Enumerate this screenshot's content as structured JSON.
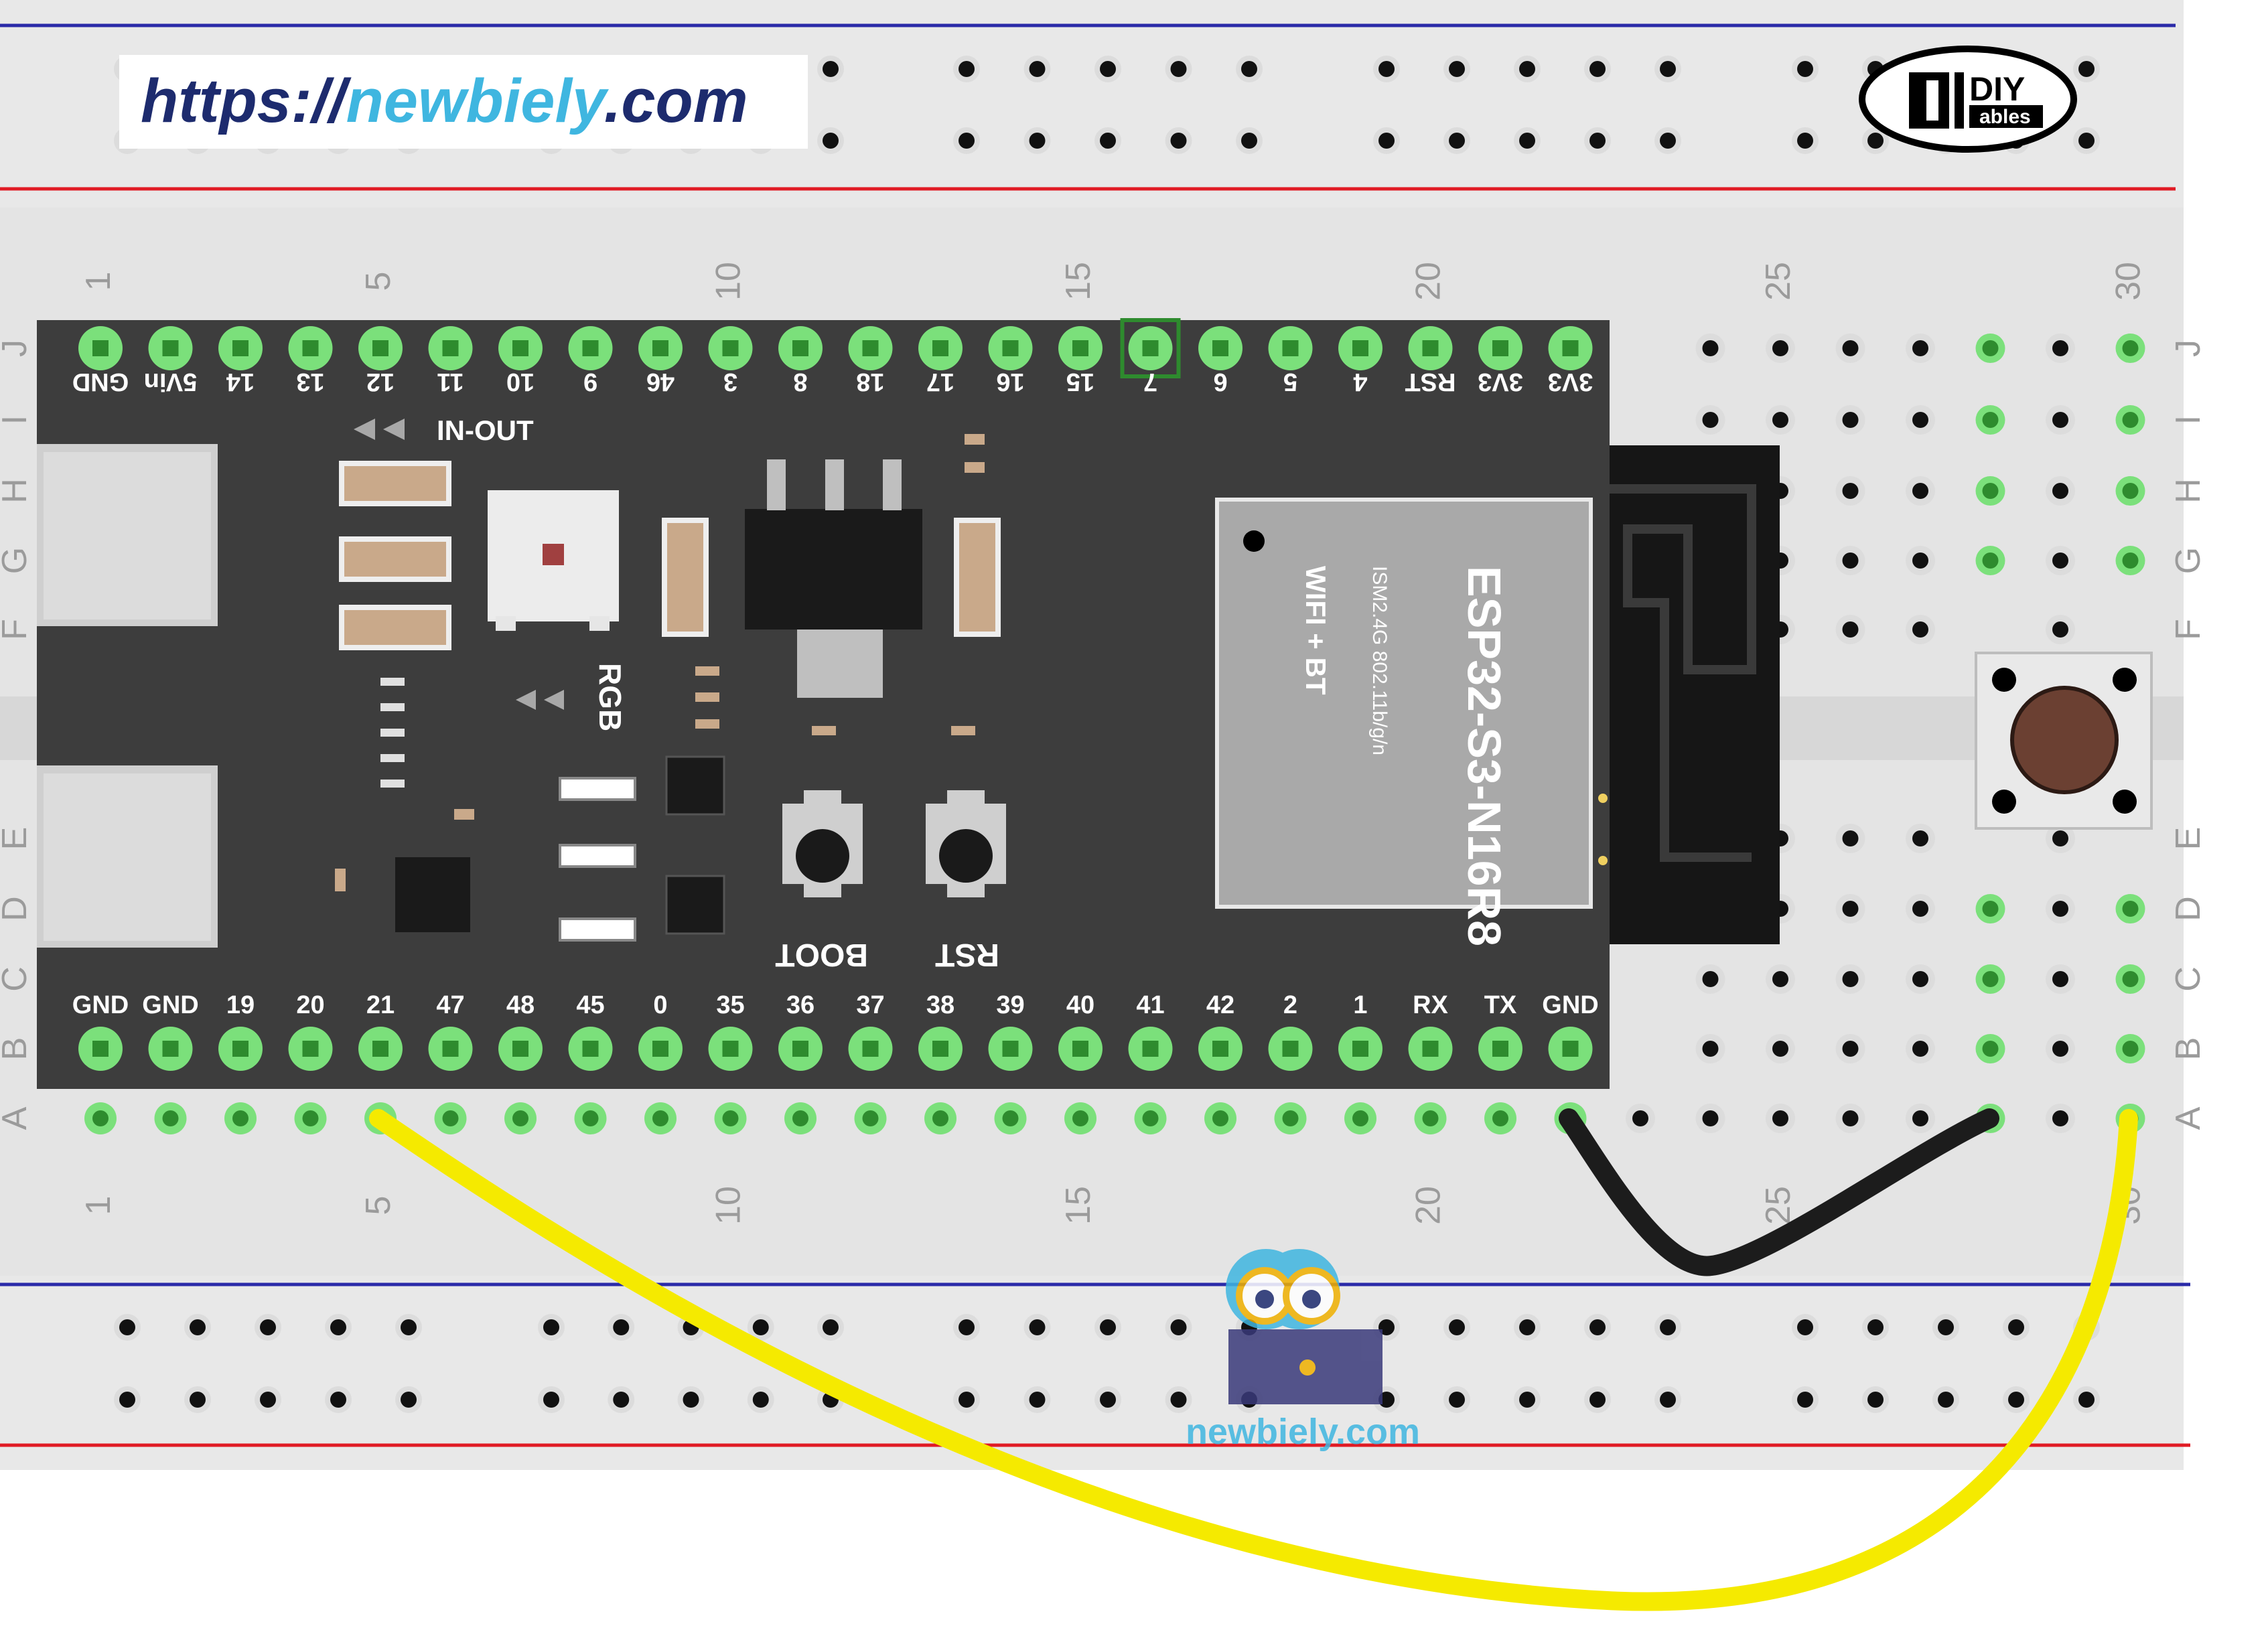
{
  "url_banner": {
    "prefix": "https://",
    "domain": "newbiely",
    "suffix": ".com"
  },
  "logo": {
    "line1": "DIY",
    "line2": "ables"
  },
  "watermark": {
    "text": "newbiely.com"
  },
  "board": {
    "module_name": "ESP32-S3-N16R8",
    "module_spec": "ISM2.4G 802.11b/g/n",
    "module_wireless": "WIFI + BT",
    "top_pins": [
      "GND",
      "5Vin",
      "14",
      "13",
      "12",
      "11",
      "10",
      "9",
      "46",
      "3",
      "8",
      "18",
      "17",
      "16",
      "15",
      "7",
      "6",
      "5",
      "4",
      "RST",
      "3V3",
      "3V3"
    ],
    "bottom_pins": [
      "GND",
      "GND",
      "19",
      "20",
      "21",
      "47",
      "48",
      "45",
      "0",
      "35",
      "36",
      "37",
      "38",
      "39",
      "40",
      "41",
      "42",
      "2",
      "1",
      "RX",
      "TX",
      "GND"
    ],
    "labels": {
      "in_out": "IN-OUT",
      "rgb": "RGB",
      "boot": "BOOT",
      "rst": "RST"
    }
  },
  "breadboard": {
    "column_numbers": [
      "1",
      "5",
      "10",
      "15",
      "20",
      "25",
      "30"
    ],
    "row_letters_top": [
      "J",
      "I",
      "H",
      "G",
      "F"
    ],
    "row_letters_bottom": [
      "E",
      "D",
      "C",
      "B",
      "A"
    ]
  },
  "wires": [
    {
      "name": "yellow",
      "color": "#f5ea00",
      "from": "GPIO21",
      "to": "button"
    },
    {
      "name": "black",
      "color": "#1c1c1c",
      "from": "GND",
      "to": "button"
    }
  ],
  "colors": {
    "board": "#3d3d3d",
    "rail_red": "#e01b24",
    "rail_blue": "#2a2aa8",
    "hole_active": "#7be07b",
    "banner_blue": "#1d2b6e",
    "banner_cyan": "#3fb6e0"
  }
}
